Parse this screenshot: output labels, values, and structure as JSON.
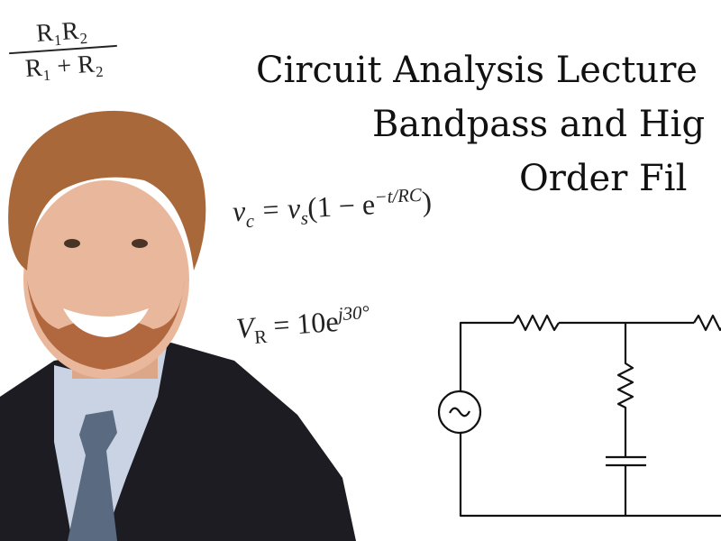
{
  "title": {
    "line1": "Circuit Analysis Lecture",
    "line2": "Bandpass and Hig",
    "line3": "Order Fil"
  },
  "formulas": {
    "parallel_numerator": "R₁R₂",
    "parallel_denominator": "R₁ + R₂",
    "capacitor_voltage_lhs": "v",
    "capacitor_voltage_lhs_sub": "c",
    "capacitor_voltage_rhs": "= v",
    "capacitor_voltage_rhs_sub": "s",
    "capacitor_voltage_paren": "(1 − e",
    "capacitor_voltage_exp": "−t/RC",
    "capacitor_voltage_close": ")",
    "phasor_lhs": "V",
    "phasor_lhs_sub": "R",
    "phasor_rhs": "= 10e",
    "phasor_exp": "j30°"
  },
  "icons": {
    "source": "ac-voltage-source-icon",
    "resistor": "resistor-icon",
    "capacitor": "capacitor-icon"
  },
  "colors": {
    "suit": "#1c1c22",
    "shirt": "#c9d3e4",
    "tie": "#5a6a80",
    "hair": "#a8683a",
    "skin": "#e9b79b",
    "beard": "#b2683f"
  }
}
